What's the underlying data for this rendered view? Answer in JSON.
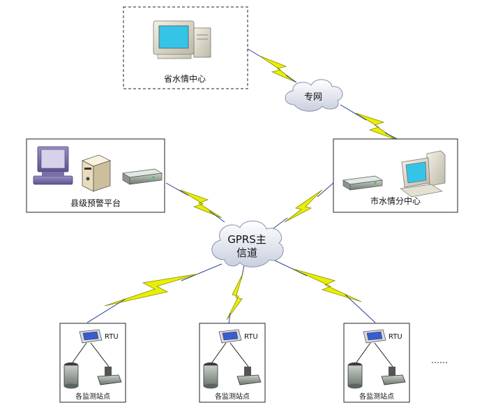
{
  "nodes": {
    "province_center": {
      "label": "省水情中心"
    },
    "county_platform": {
      "label": "县级预警平台"
    },
    "city_center": {
      "label": "市水情分中心"
    },
    "private_network": {
      "label": "专网"
    },
    "gprs_channel": {
      "line1": "GPRS主",
      "line2": "信道"
    },
    "stations": [
      {
        "rtu_label": "RTU",
        "label": "各监测站点"
      },
      {
        "rtu_label": "RTU",
        "label": "各监测站点"
      },
      {
        "rtu_label": "RTU",
        "label": "各监测站点"
      }
    ],
    "ellipsis": "……"
  },
  "colors": {
    "lightning_fill": "#e8f000",
    "lightning_stroke": "#8a8a00",
    "link_line": "#2a3f8f",
    "screen": "#35c4e8",
    "box_border": "#222222"
  }
}
